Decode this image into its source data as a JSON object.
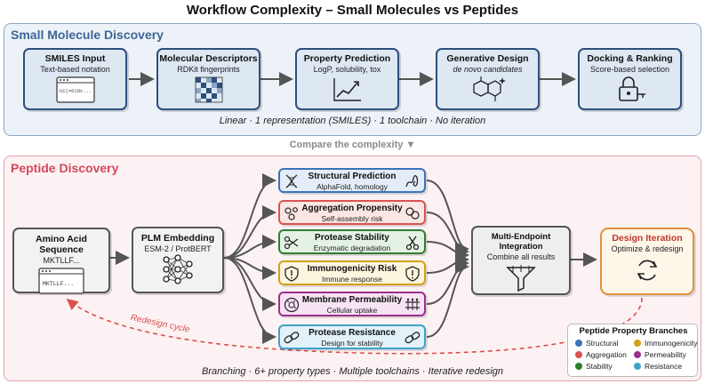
{
  "title": "Workflow Complexity – Small Molecules vs Peptides",
  "small_molecule": {
    "section_title": "Small Molecule Discovery",
    "steps": [
      {
        "title": "SMILES Input",
        "subtitle": "Text-based notation",
        "icon": "code-window-icon",
        "icon_text": "CC(=O)Oc..."
      },
      {
        "title": "Molecular Descriptors",
        "subtitle": "RDKit fingerprints",
        "icon": "fingerprint-grid-icon"
      },
      {
        "title": "Property Prediction",
        "subtitle": "LogP, solubility, tox",
        "icon": "line-chart-icon"
      },
      {
        "title": "Generative Design",
        "subtitle": "de novo candidates",
        "icon": "molecule-sparkle-icon"
      },
      {
        "title": "Docking & Ranking",
        "subtitle": "Score-based selection",
        "icon": "lock-key-icon"
      }
    ],
    "caption": "Linear · 1 representation (SMILES) · 1 toolchain · No iteration"
  },
  "compare_label": "Compare the complexity ▼",
  "peptide": {
    "section_title": "Peptide Discovery",
    "input": {
      "title": "Amino Acid Sequence",
      "subtitle": "MKTLLF...",
      "icon_text": "MKTLLF...",
      "icon": "sequence-window-icon"
    },
    "embedding": {
      "title": "PLM Embedding",
      "subtitle": "ESM-2 / ProtBERT",
      "icon": "neural-network-icon"
    },
    "branches": [
      {
        "title": "Structural Prediction",
        "subtitle": "AlphaFold, homology",
        "color": "#3a73b8",
        "fill": "#e3edf8",
        "icon_left": "dna-helix-icon",
        "icon_right": "protein-fold-icon"
      },
      {
        "title": "Aggregation Propensity",
        "subtitle": "Self-assembly risk",
        "color": "#d9534f",
        "fill": "#fbe6e4",
        "icon_left": "particles-icon",
        "icon_right": "clump-icon"
      },
      {
        "title": "Protease Stability",
        "subtitle": "Enzymatic degradation",
        "color": "#2e7d32",
        "fill": "#e4f2e4",
        "icon_left": "scissors-icon",
        "icon_right": "scissors-icon"
      },
      {
        "title": "Immunogenicity Risk",
        "subtitle": "Immune response",
        "color": "#d4a017",
        "fill": "#fdf6de",
        "icon_left": "shield-icon",
        "icon_right": "shield-icon"
      },
      {
        "title": "Membrane Permeability",
        "subtitle": "Cellular uptake",
        "color": "#9c2f8e",
        "fill": "#f6e3f3",
        "icon_left": "cell-icon",
        "icon_right": "membrane-icon"
      },
      {
        "title": "Protease Resistance",
        "subtitle": "Design for stability",
        "color": "#3ea2c7",
        "fill": "#e2f2f8",
        "icon_left": "chain-link-icon",
        "icon_right": "chain-link-icon"
      }
    ],
    "integration": {
      "title": "Multi-Endpoint Integration",
      "subtitle": "Combine all results",
      "icon": "funnel-icon"
    },
    "design": {
      "title": "Design Iteration",
      "subtitle": "Optimize & redesign",
      "icon": "refresh-cycle-icon"
    },
    "redesign_label": "Redesign cycle",
    "legend": {
      "title": "Peptide Property Branches",
      "items": [
        {
          "label": "Structural",
          "color": "#3a73b8"
        },
        {
          "label": "Immunogenicity",
          "color": "#d4a017"
        },
        {
          "label": "Aggregation",
          "color": "#d9534f"
        },
        {
          "label": "Permeability",
          "color": "#9c2f8e"
        },
        {
          "label": "Stability",
          "color": "#2e7d32"
        },
        {
          "label": "Resistance",
          "color": "#3ea2c7"
        }
      ]
    },
    "caption": "Branching · 6+ property types · Multiple toolchains · Iterative redesign"
  }
}
